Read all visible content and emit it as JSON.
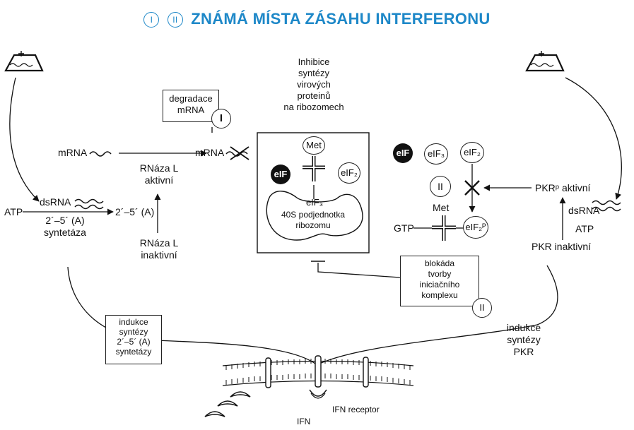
{
  "title": {
    "marker_1": "I",
    "marker_2": "II",
    "text": "ZNÁMÁ MÍSTA ZÁSAHU INTERFERONU"
  },
  "left_pathway": {
    "mrna_label": "mRNA",
    "mrna_label_2": "mRNA",
    "degradace_box": "degradace\nmRNA",
    "site_I": "I",
    "rnaza_active": "RNáza L\naktivní",
    "rnaza_inactive": "RNáza L\ninaktivní",
    "atp": "ATP",
    "dsrna": "dsRNA",
    "oligo_a": "2´–5´ (A)",
    "syntetaza": "2´–5´ (A)\nsyntetáza",
    "indukce_box": "indukce\nsyntézy\n2´–5´ (A)\nsyntetázy"
  },
  "center": {
    "inhibice": "Inhibice\nsyntézy\nvirových\nproteinů\nna ribozomech",
    "met": "Met",
    "eif": "eIF",
    "eif2": "eIF₂",
    "eif3": "eIF₃",
    "subunit": "40S podjednotka\nribozomu"
  },
  "right_pathway": {
    "eif": "eIF",
    "eif3": "eIF₃",
    "eif2": "eIF₂",
    "site_II": "II",
    "met": "Met",
    "gtp": "GTP",
    "eif2p": "eIF₂ᴾ",
    "pkr_active": "PKRᵖ  aktivní",
    "dsrna": "dsRNA",
    "atp": "ATP",
    "pkr_inactive": "PKR inaktivní",
    "blokada_box": "blokáda\ntvorby\niniciačního\nkomplexu",
    "site_II_box": "II",
    "indukce": "indukce\nsyntézy\nPKR"
  },
  "membrane": {
    "ifn_receptor": "IFN receptor",
    "ifn": "IFN"
  }
}
